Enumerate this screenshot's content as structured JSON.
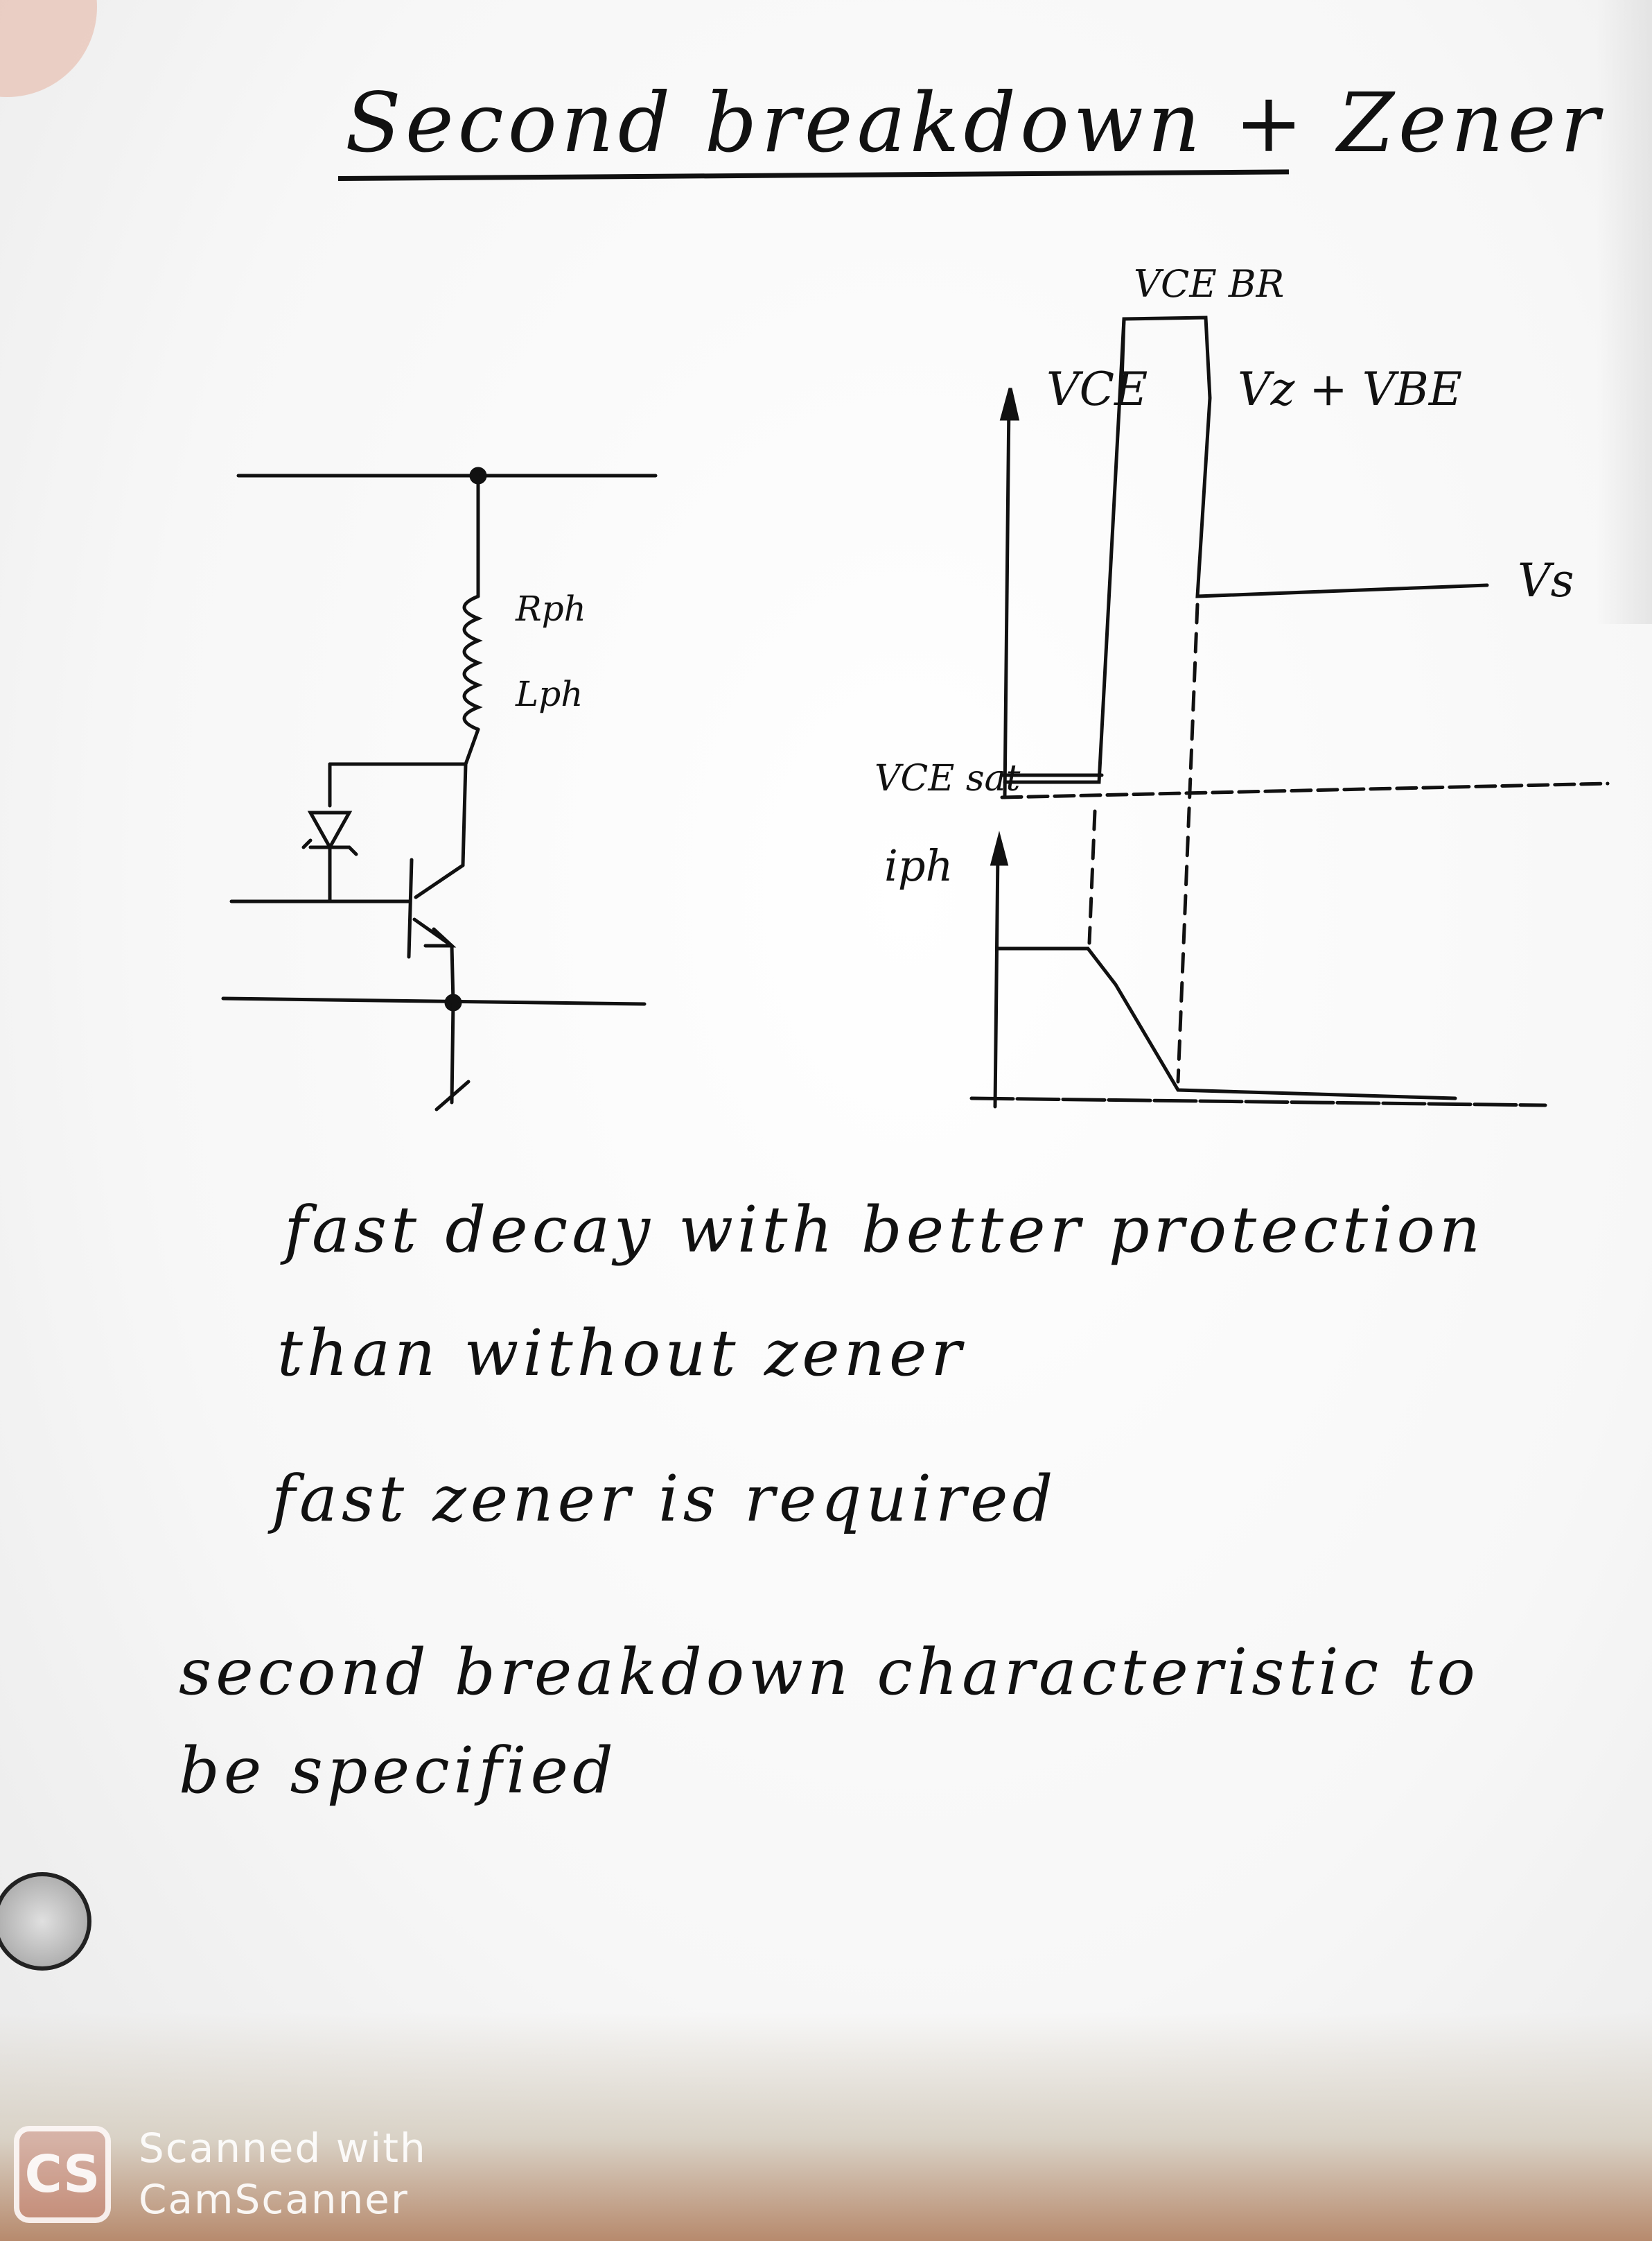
{
  "title": "Second breakdown + Zener",
  "circuit": {
    "resistor_label": "Rph",
    "inductor_label": "Lph"
  },
  "waveform": {
    "vce_br_label": "VCE BR",
    "vce_label": "VCE",
    "vz_vbe_label": "Vz + VBE",
    "vs_label": "Vs",
    "vce_sat_label": "VCE sat",
    "iph_label": "iph"
  },
  "notes": {
    "line1a": "fast decay with better protection",
    "line1b": "than without zener",
    "line2": "fast zener is required",
    "line3a": "second breakdown characteristic to",
    "line3b": "be specified"
  },
  "watermark": {
    "logo": "CS",
    "line1": "Scanned with",
    "line2": "CamScanner"
  },
  "colors": {
    "ink": "#111111",
    "paper": "#fbfbfb"
  }
}
